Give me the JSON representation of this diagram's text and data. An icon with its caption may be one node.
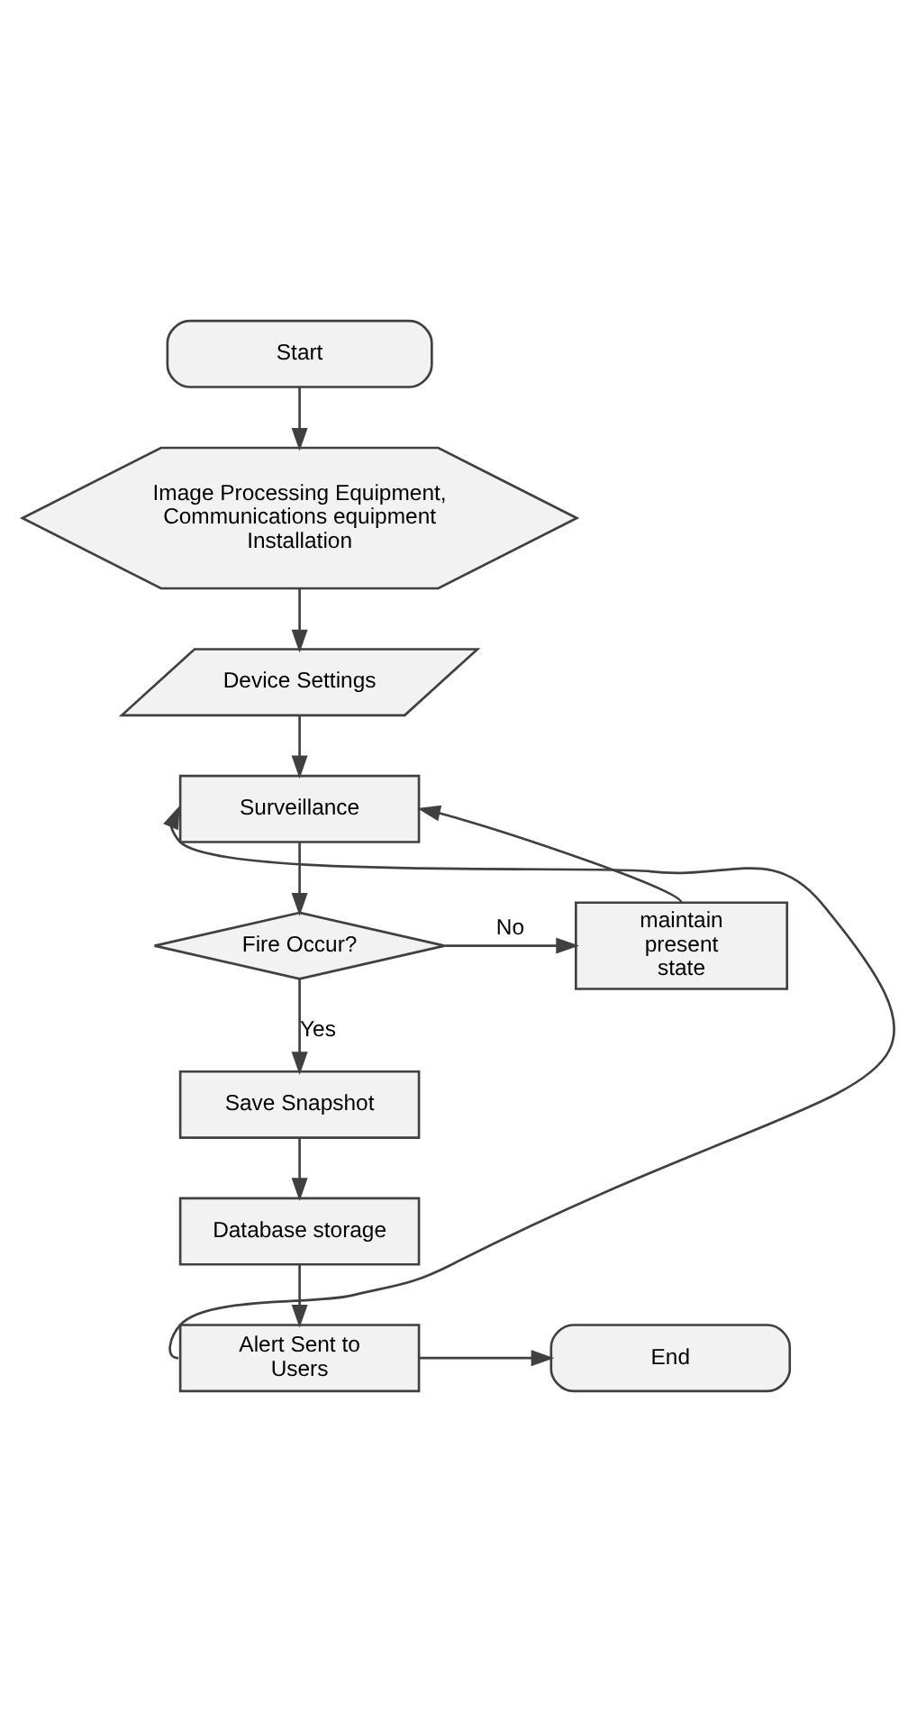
{
  "diagram": {
    "nodes": [
      {
        "text": [
          "Start"
        ]
      },
      {
        "text": [
          "Image Processing Equipment, Communications equipment Installation"
        ]
      },
      {
        "text": [
          "Device Settings"
        ]
      },
      {
        "text": [
          "Surveillance"
        ]
      },
      {
        "text": [
          "Fire Occur?"
        ]
      },
      {
        "text": [
          "maintain present state"
        ]
      },
      {
        "text": [
          "Save Snapshot"
        ]
      },
      {
        "text": [
          "Database storage"
        ]
      },
      {
        "text": [
          "Alert Sent to Users"
        ]
      },
      {
        "text": [
          "End"
        ]
      }
    ],
    "edges": [
      {
        "from": 0,
        "to": 1,
        "arrow": "to"
      },
      {
        "from": 1,
        "to": 2,
        "arrow": "to"
      },
      {
        "from": 2,
        "to": 3,
        "arrow": "to"
      },
      {
        "from": 3,
        "to": 4,
        "arrow": "to"
      },
      {
        "from": 4,
        "to": 5,
        "arrow": "to",
        "label": "No"
      },
      {
        "from": 5,
        "to": 3,
        "arrow": "to"
      },
      {
        "from": 4,
        "to": 6,
        "arrow": "to",
        "label": "Yes"
      },
      {
        "from": 6,
        "to": 7,
        "arrow": "to"
      },
      {
        "from": 7,
        "to": 8,
        "arrow": "to"
      },
      {
        "from": 8,
        "to": 3,
        "arrow": "to"
      },
      {
        "from": 8,
        "to": 9,
        "arrow": "to"
      }
    ]
  }
}
